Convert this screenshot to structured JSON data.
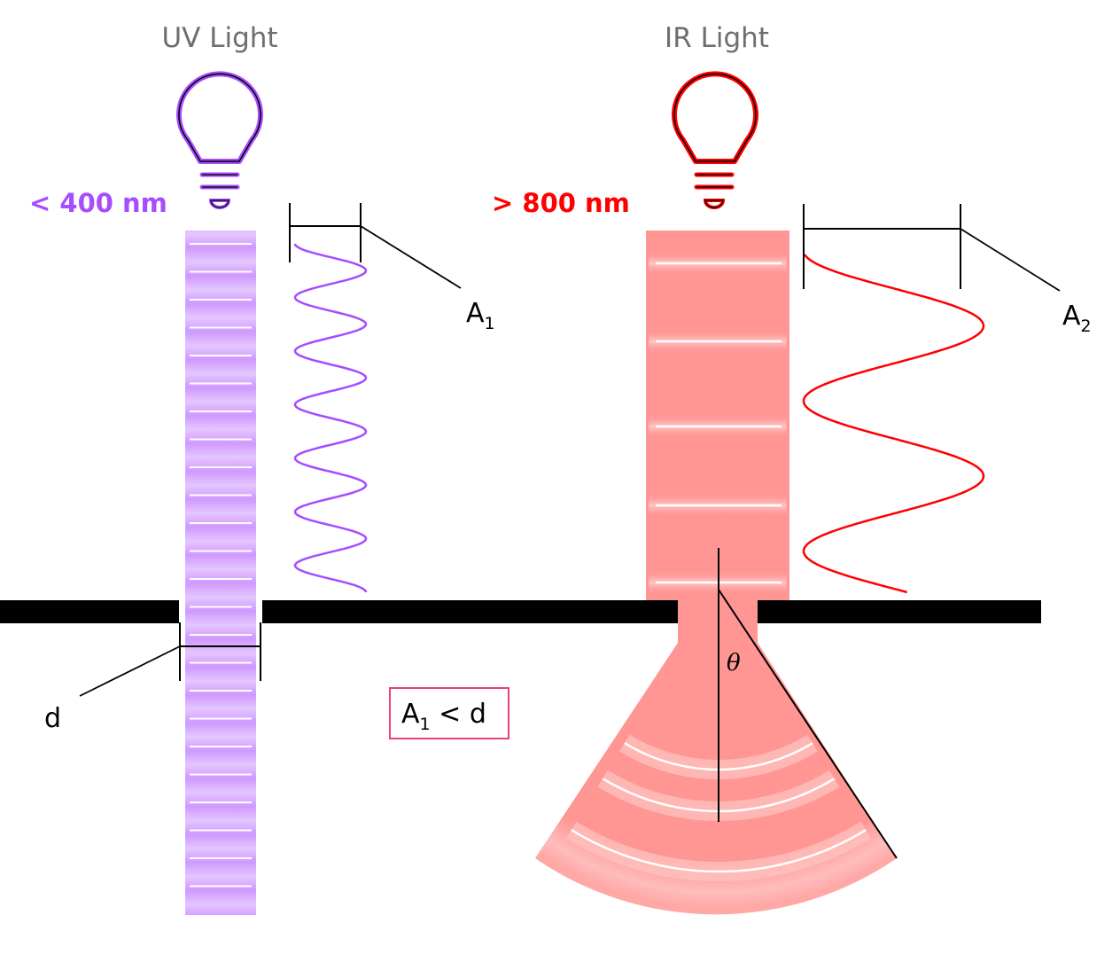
{
  "diagram": {
    "title": "Diffraction of UV vs IR light through a slit",
    "uv": {
      "label": "UV Light",
      "wavelength_label": "< 400 nm",
      "color": "#a64dff",
      "beam_color": "#d19cff",
      "amplitude_label": "A",
      "amplitude_subscript": "1",
      "wave_cycles": 6.5
    },
    "ir": {
      "label": "IR Light",
      "wavelength_label": "> 800 nm",
      "color": "#ff0000",
      "beam_color": "#ff9694",
      "amplitude_label": "A",
      "amplitude_subscript": "2",
      "wave_cycles": 2.0
    },
    "slit_label": "d",
    "angle_label": "θ",
    "condition": {
      "a": "A",
      "a_sub": "1",
      "rest": " < d",
      "border_color": "#e8407a"
    },
    "barrier_color": "#000000"
  }
}
